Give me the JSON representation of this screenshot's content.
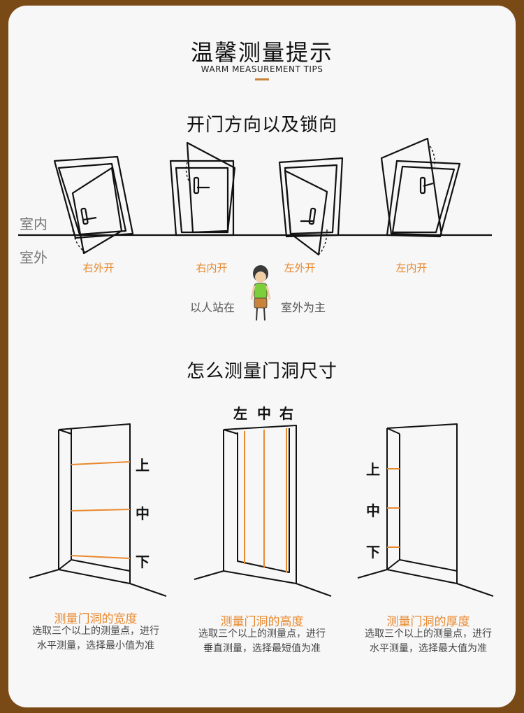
{
  "header": {
    "title": "温馨测量提示",
    "subtitle": "WARM MEASUREMENT TIPS"
  },
  "direction_section": {
    "heading": "开门方向以及锁向",
    "indoor_label": "室内",
    "outdoor_label": "室外",
    "doors": [
      "右外开",
      "右内开",
      "左外开",
      "左内开"
    ],
    "person_left_text": "以人站在",
    "person_right_text": "室外为主"
  },
  "measure_section": {
    "heading": "怎么测量门洞尺寸",
    "width_marks": [
      "上",
      "中",
      "下"
    ],
    "height_marks": [
      "左",
      "中",
      "右"
    ],
    "thickness_marks": [
      "上",
      "中",
      "下"
    ],
    "captions": [
      {
        "title": "测量门洞的宽度",
        "line1": "选取三个以上的测量点，进行",
        "line2": "水平测量，选择最小值为准"
      },
      {
        "title": "测量门洞的高度",
        "line1": "选取三个以上的测量点，进行",
        "line2": "垂直测量，选择最短值为准"
      },
      {
        "title": "测量门洞的厚度",
        "line1": "选取三个以上的测量点，进行",
        "line2": "水平测量，选择最大值为准"
      }
    ]
  },
  "colors": {
    "background": "#7a4a16",
    "card": "#f7f7f7",
    "accent": "#e8892f",
    "line": "#111111"
  }
}
